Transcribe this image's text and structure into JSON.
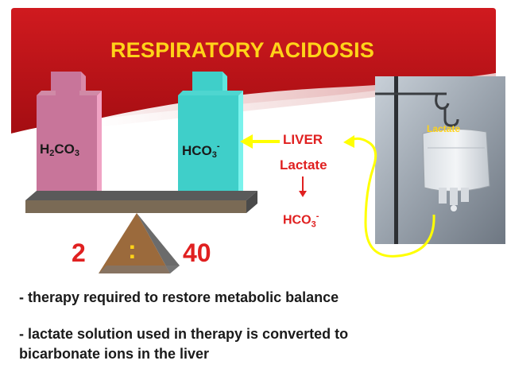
{
  "slide": {
    "title": "RESPIRATORY ACIDOSIS",
    "left_weight": {
      "base": "H",
      "sub1": "2",
      "mid": "CO",
      "sub2": "3"
    },
    "right_weight": {
      "base": "HCO",
      "sub": "3",
      "sup": "-"
    },
    "liver_label": "LIVER",
    "lactate_label": "Lactate",
    "product": {
      "base": "HCO",
      "sub": "3",
      "sup": "-"
    },
    "ratio_left": "2",
    "ratio_sep": ":",
    "ratio_right": "40",
    "iv_bag_label": "Lactate",
    "bullets": [
      "- therapy required to restore metabolic balance",
      "- lactate solution used in therapy is converted to",
      "bicarbonate ions in the liver"
    ]
  },
  "colors": {
    "banner_red": "#c8151b",
    "title_yellow": "#ffd319",
    "left_weight": "#c8759a",
    "right_weight": "#3fcfc9",
    "beam": "#6a6a6a",
    "fulcrum": "#9b6a3c",
    "arrow_yellow": "#ffff00",
    "text_red": "#e02020"
  }
}
